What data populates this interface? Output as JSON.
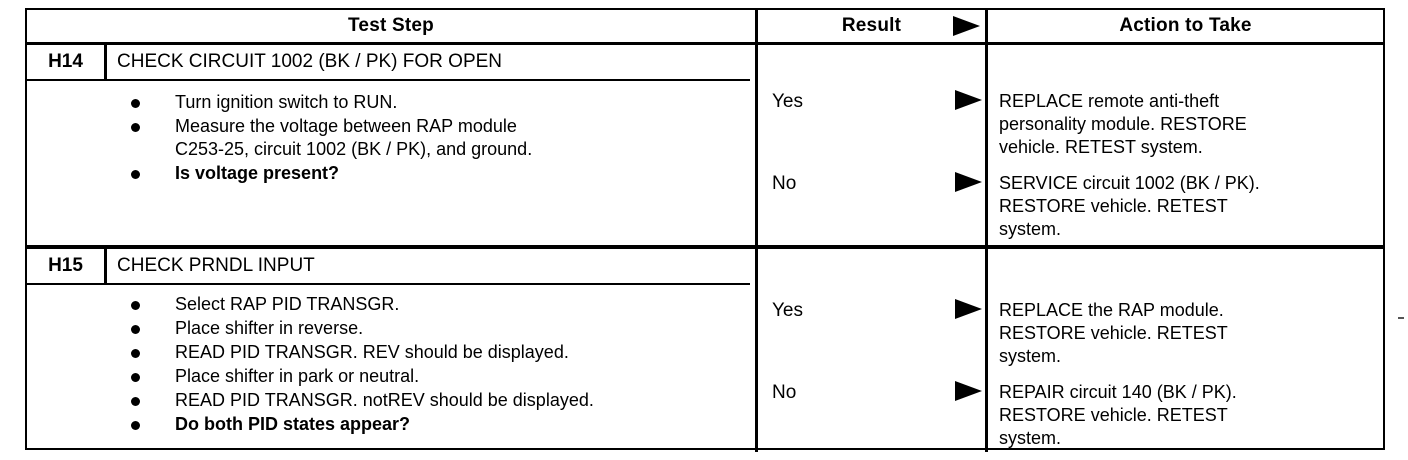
{
  "table": {
    "columns": [
      {
        "key": "test_step",
        "label": "Test Step"
      },
      {
        "key": "result",
        "label": "Result",
        "arrow_icon": "right-triangle-icon"
      },
      {
        "key": "action",
        "label": "Action to Take"
      }
    ],
    "rows": [
      {
        "step_id": "H14",
        "title": "CHECK CIRCUIT 1002 (BK / PK) FOR OPEN",
        "bullets": [
          {
            "text": "Turn ignition switch to RUN.",
            "bold": false
          },
          {
            "text": "Measure the voltage between RAP module\nC253-25, circuit 1002 (BK / PK), and ground.",
            "bold": false
          },
          {
            "text": "Is voltage present?",
            "bold": true
          }
        ],
        "outcomes": [
          {
            "result": "Yes",
            "action": "REPLACE remote anti-theft\npersonality module. RESTORE\nvehicle. RETEST system."
          },
          {
            "result": "No",
            "action": "SERVICE circuit 1002 (BK / PK).\nRESTORE vehicle. RETEST\nsystem."
          }
        ]
      },
      {
        "step_id": "H15",
        "title": "CHECK PRNDL INPUT",
        "bullets": [
          {
            "text": "Select RAP PID TRANSGR.",
            "bold": false
          },
          {
            "text": "Place shifter in reverse.",
            "bold": false
          },
          {
            "text": "READ PID TRANSGR. REV should be displayed.",
            "bold": false
          },
          {
            "text": "Place shifter in park or neutral.",
            "bold": false
          },
          {
            "text": "READ PID TRANSGR. notREV should be displayed.",
            "bold": false
          },
          {
            "text": "Do both PID states appear?",
            "bold": true
          }
        ],
        "outcomes": [
          {
            "result": "Yes",
            "action": "REPLACE the RAP module.\nRESTORE vehicle. RETEST\nsystem."
          },
          {
            "result": "No",
            "action": "REPAIR circuit 140 (BK / PK).\nRESTORE vehicle. RETEST\nsystem."
          }
        ]
      }
    ]
  },
  "colors": {
    "ink": "#000000",
    "paper": "#ffffff"
  }
}
